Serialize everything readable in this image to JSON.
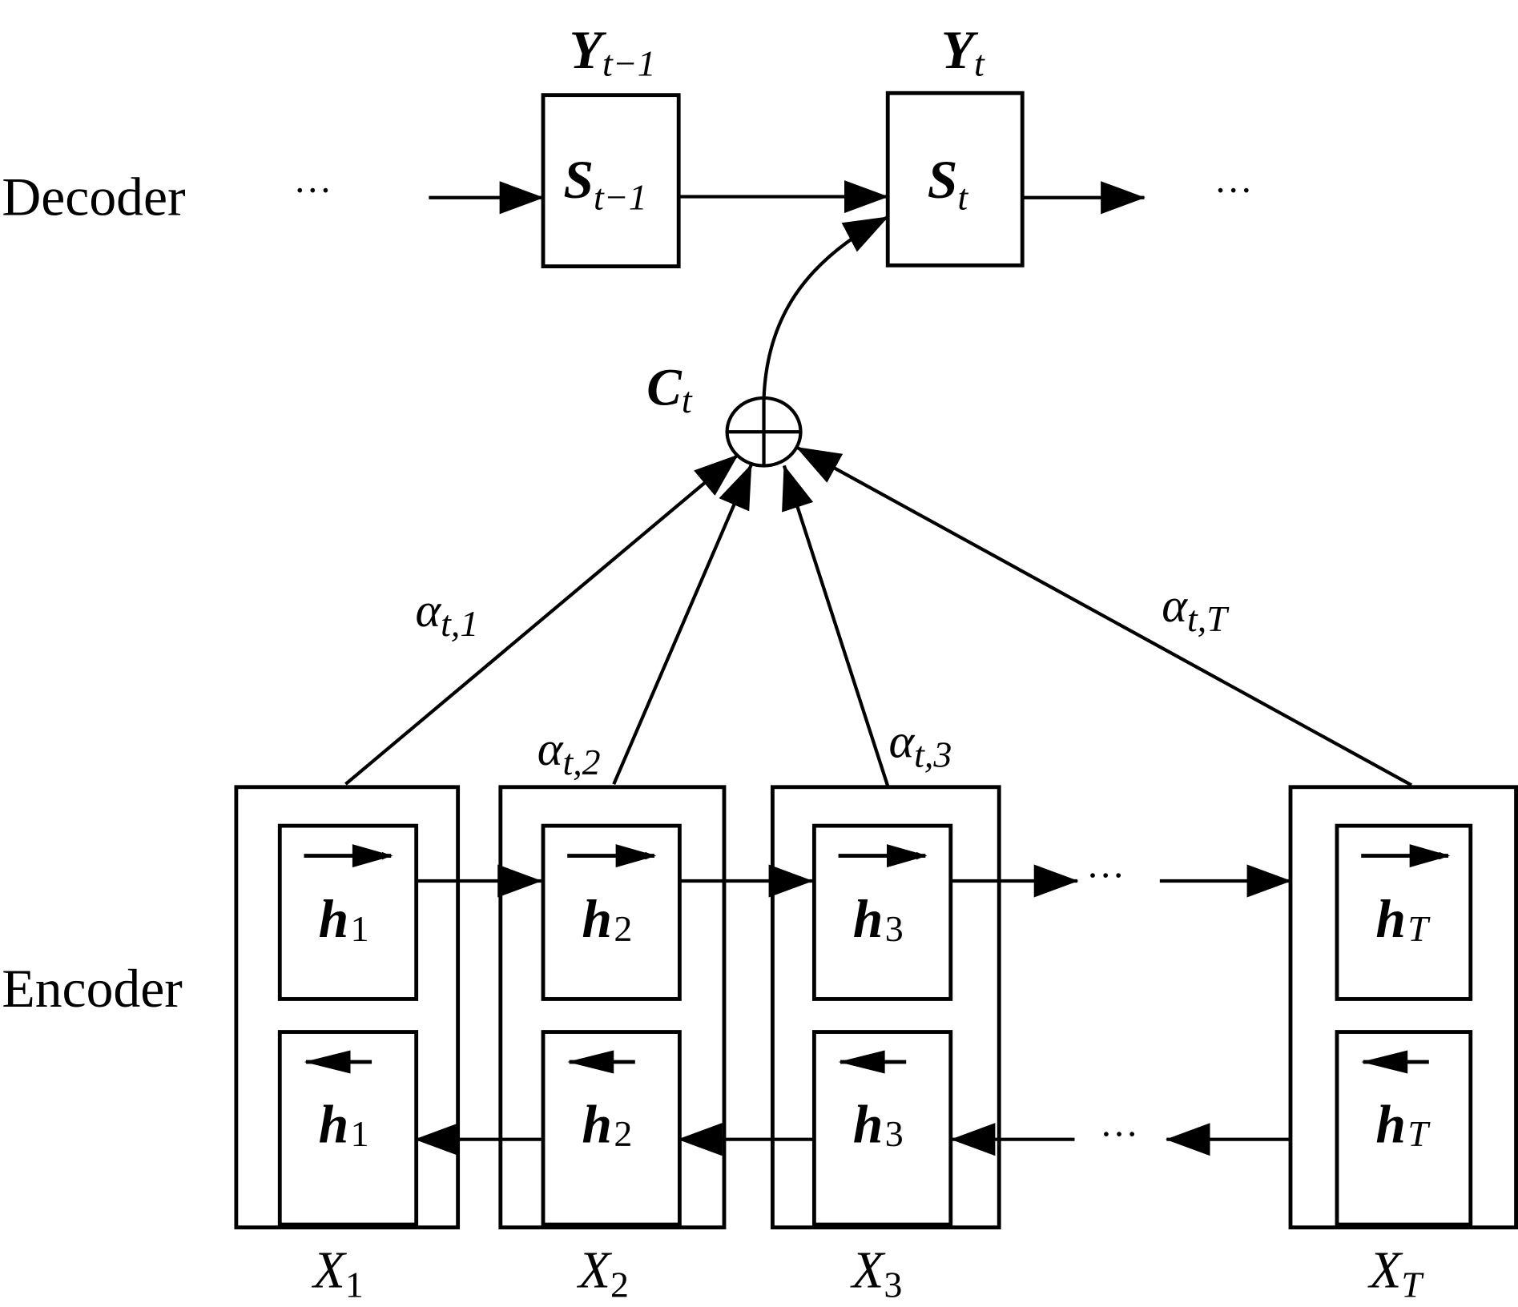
{
  "diagram": {
    "title": "Attention-based bidirectional encoder-decoder",
    "row_labels": {
      "decoder": "Decoder",
      "encoder": "Encoder"
    },
    "ellipsis": "···",
    "decoder": {
      "outputs": [
        {
          "base": "Y",
          "sub": "t−1"
        },
        {
          "base": "Y",
          "sub": "t"
        }
      ],
      "states": [
        {
          "base": "S",
          "sub": "t−1"
        },
        {
          "base": "S",
          "sub": "t"
        }
      ]
    },
    "context": {
      "base": "C",
      "sub": "t",
      "operator": "sum-node"
    },
    "attention_weights": [
      {
        "base": "α",
        "sub": "t,1"
      },
      {
        "base": "α",
        "sub": "t,2"
      },
      {
        "base": "α",
        "sub": "t,3"
      },
      {
        "base": "α",
        "sub": "t,T"
      }
    ],
    "encoder": {
      "steps": [
        {
          "input": {
            "base": "X",
            "sub": "1"
          },
          "forward": {
            "base": "h",
            "sub": "1"
          },
          "backward": {
            "base": "h",
            "sub": "1"
          }
        },
        {
          "input": {
            "base": "X",
            "sub": "2"
          },
          "forward": {
            "base": "h",
            "sub": "2"
          },
          "backward": {
            "base": "h",
            "sub": "2"
          }
        },
        {
          "input": {
            "base": "X",
            "sub": "3"
          },
          "forward": {
            "base": "h",
            "sub": "3"
          },
          "backward": {
            "base": "h",
            "sub": "3"
          }
        },
        {
          "input": {
            "base": "X",
            "sub": "T"
          },
          "forward": {
            "base": "h",
            "sub": "T"
          },
          "backward": {
            "base": "h",
            "sub": "T"
          }
        }
      ]
    }
  }
}
